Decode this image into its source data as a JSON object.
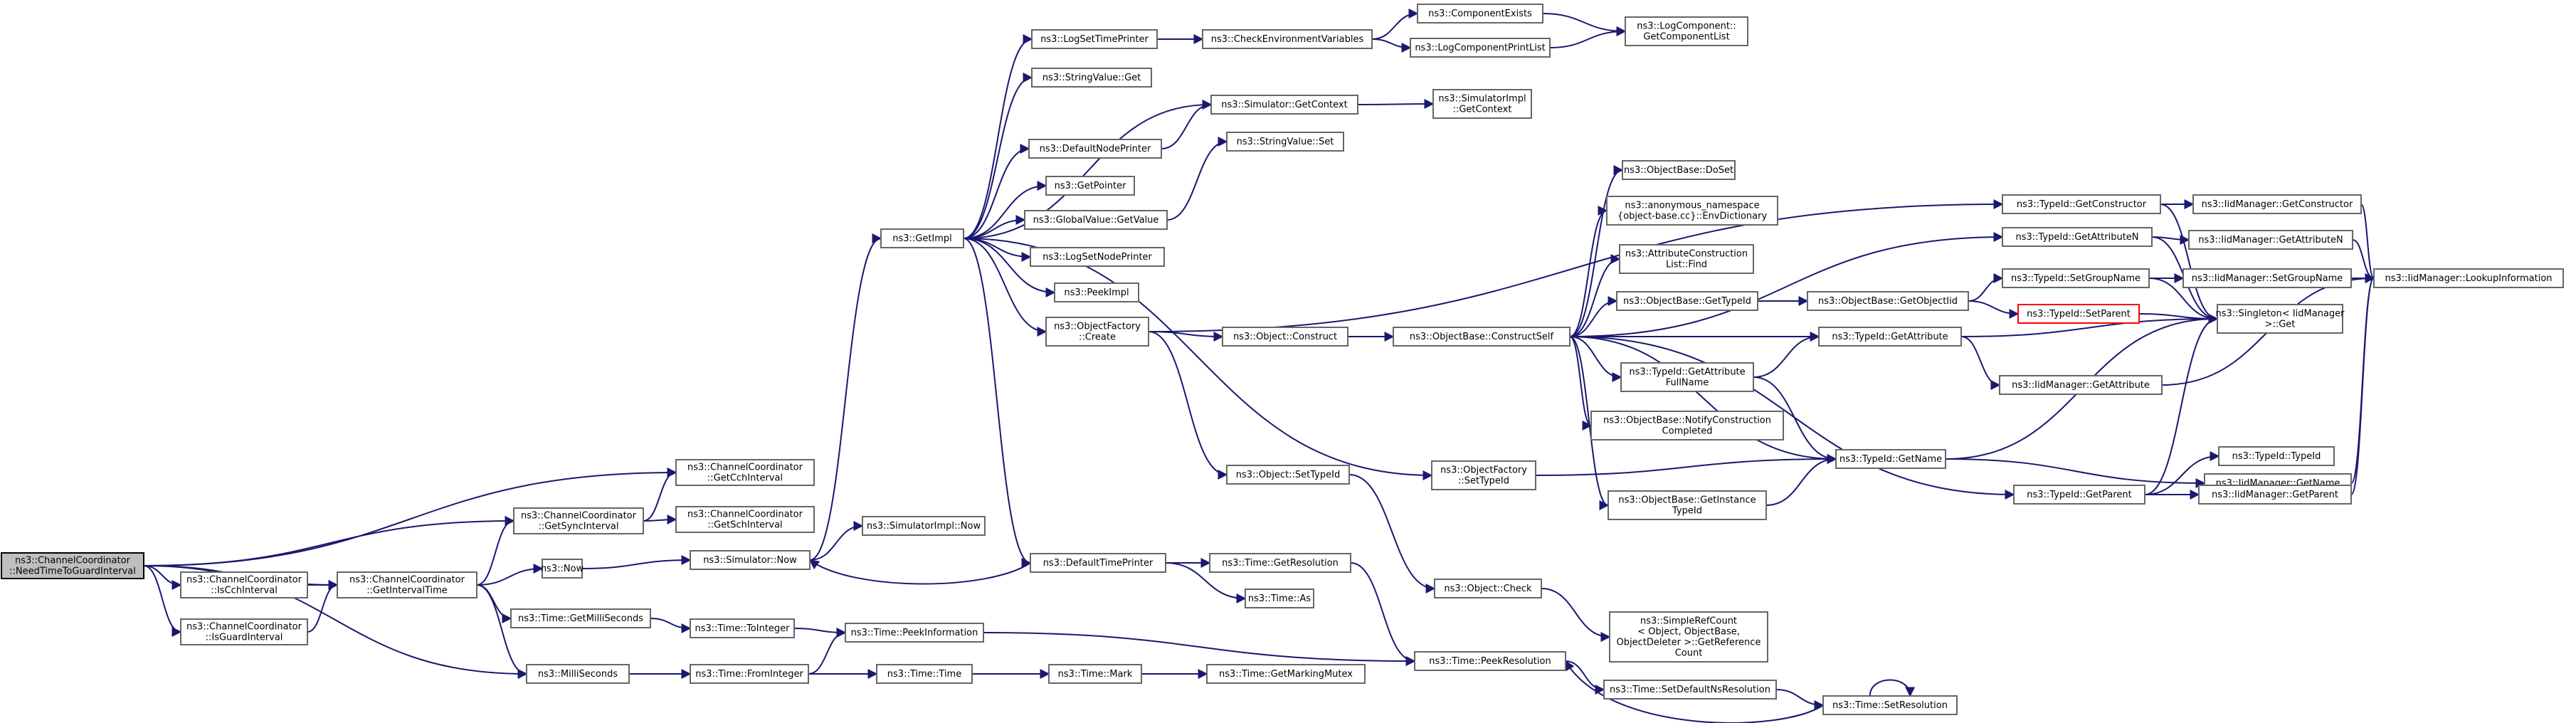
{
  "nodes": [
    {
      "id": "root",
      "lines": [
        "ns3::ChannelCoordinator",
        "::NeedTimeToGuardInterval"
      ],
      "root": true
    },
    {
      "id": "isCch",
      "lines": [
        "ns3::ChannelCoordinator",
        "::IsCchInterval"
      ]
    },
    {
      "id": "isGuard",
      "lines": [
        "ns3::ChannelCoordinator",
        "::IsGuardInterval"
      ]
    },
    {
      "id": "getInterval",
      "lines": [
        "ns3::ChannelCoordinator",
        "::GetIntervalTime"
      ]
    },
    {
      "id": "getSync",
      "lines": [
        "ns3::ChannelCoordinator",
        "::GetSyncInterval"
      ]
    },
    {
      "id": "getCch",
      "lines": [
        "ns3::ChannelCoordinator",
        "::GetCchInterval"
      ]
    },
    {
      "id": "getSch",
      "lines": [
        "ns3::ChannelCoordinator",
        "::GetSchInterval"
      ]
    },
    {
      "id": "now",
      "lines": [
        "ns3::Now"
      ]
    },
    {
      "id": "simNow",
      "lines": [
        "ns3::Simulator::Now"
      ]
    },
    {
      "id": "simImplNow",
      "lines": [
        "ns3::SimulatorImpl::Now"
      ]
    },
    {
      "id": "getMilli",
      "lines": [
        "ns3::Time::GetMilliSeconds"
      ]
    },
    {
      "id": "milli",
      "lines": [
        "ns3::MilliSeconds"
      ]
    },
    {
      "id": "toInteger",
      "lines": [
        "ns3::Time::ToInteger"
      ]
    },
    {
      "id": "fromInteger",
      "lines": [
        "ns3::Time::FromInteger"
      ]
    },
    {
      "id": "peekInfo",
      "lines": [
        "ns3::Time::PeekInformation"
      ]
    },
    {
      "id": "timeTime",
      "lines": [
        "ns3::Time::Time"
      ]
    },
    {
      "id": "timeMark",
      "lines": [
        "ns3::Time::Mark"
      ]
    },
    {
      "id": "markMutex",
      "lines": [
        "ns3::Time::GetMarkingMutex"
      ]
    },
    {
      "id": "getImpl",
      "lines": [
        "ns3::GetImpl"
      ]
    },
    {
      "id": "logSetTime",
      "lines": [
        "ns3::LogSetTimePrinter"
      ]
    },
    {
      "id": "checkEnv",
      "lines": [
        "ns3::CheckEnvironmentVariables"
      ]
    },
    {
      "id": "compExists",
      "lines": [
        "ns3::ComponentExists"
      ]
    },
    {
      "id": "logCompList",
      "lines": [
        "ns3::LogComponent::",
        "GetComponentList"
      ]
    },
    {
      "id": "logCompPrint",
      "lines": [
        "ns3::LogComponentPrintList"
      ]
    },
    {
      "id": "strGet",
      "lines": [
        "ns3::StringValue::Get"
      ]
    },
    {
      "id": "simGetCtx",
      "lines": [
        "ns3::Simulator::GetContext"
      ]
    },
    {
      "id": "simImplCtx",
      "lines": [
        "ns3::SimulatorImpl",
        "::GetContext"
      ]
    },
    {
      "id": "defNode",
      "lines": [
        "ns3::DefaultNodePrinter"
      ]
    },
    {
      "id": "strSet",
      "lines": [
        "ns3::StringValue::Set"
      ]
    },
    {
      "id": "getPointer",
      "lines": [
        "ns3::GetPointer"
      ]
    },
    {
      "id": "globGet",
      "lines": [
        "ns3::GlobalValue::GetValue"
      ]
    },
    {
      "id": "logSetNode",
      "lines": [
        "ns3::LogSetNodePrinter"
      ]
    },
    {
      "id": "peekImpl",
      "lines": [
        "ns3::PeekImpl"
      ]
    },
    {
      "id": "objFactCreate",
      "lines": [
        "ns3::ObjectFactory",
        "::Create"
      ]
    },
    {
      "id": "objConstruct",
      "lines": [
        "ns3::Object::Construct"
      ]
    },
    {
      "id": "objSetTypeId",
      "lines": [
        "ns3::Object::SetTypeId"
      ]
    },
    {
      "id": "defTime",
      "lines": [
        "ns3::DefaultTimePrinter"
      ]
    },
    {
      "id": "timeGetRes",
      "lines": [
        "ns3::Time::GetResolution"
      ]
    },
    {
      "id": "timeAs",
      "lines": [
        "ns3::Time::As"
      ]
    },
    {
      "id": "objFactSetTid",
      "lines": [
        "ns3::ObjectFactory",
        "::SetTypeId"
      ]
    },
    {
      "id": "objCheck",
      "lines": [
        "ns3::Object::Check"
      ]
    },
    {
      "id": "peekRes",
      "lines": [
        "ns3::Time::PeekResolution"
      ]
    },
    {
      "id": "simpleRef",
      "lines": [
        "ns3::SimpleRefCount",
        "< Object, ObjectBase,",
        "ObjectDeleter >::GetReference",
        "Count"
      ]
    },
    {
      "id": "setDefNs",
      "lines": [
        "ns3::Time::SetDefaultNsResolution"
      ]
    },
    {
      "id": "setRes",
      "lines": [
        "ns3::Time::SetResolution"
      ]
    },
    {
      "id": "constructSelf",
      "lines": [
        "ns3::ObjectBase::ConstructSelf"
      ]
    },
    {
      "id": "doSet",
      "lines": [
        "ns3::ObjectBase::DoSet"
      ]
    },
    {
      "id": "envDict",
      "lines": [
        "ns3::anonymous_namespace",
        "{object-base.cc}::EnvDictionary"
      ]
    },
    {
      "id": "attrFind",
      "lines": [
        "ns3::AttributeConstruction",
        "List::Find"
      ]
    },
    {
      "id": "obGetTid",
      "lines": [
        "ns3::ObjectBase::GetTypeId"
      ]
    },
    {
      "id": "getObjectIid",
      "lines": [
        "ns3::ObjectBase::GetObjectIid"
      ]
    },
    {
      "id": "getAttrFull",
      "lines": [
        "ns3::TypeId::GetAttribute",
        "FullName"
      ]
    },
    {
      "id": "notifyConst",
      "lines": [
        "ns3::ObjectBase::NotifyConstruction",
        "Completed"
      ]
    },
    {
      "id": "getInstTid",
      "lines": [
        "ns3::ObjectBase::GetInstance",
        "TypeId"
      ]
    },
    {
      "id": "tidGetCtor",
      "lines": [
        "ns3::TypeId::GetConstructor"
      ]
    },
    {
      "id": "tidGetAttrN",
      "lines": [
        "ns3::TypeId::GetAttributeN"
      ]
    },
    {
      "id": "tidSetGroup",
      "lines": [
        "ns3::TypeId::SetGroupName"
      ]
    },
    {
      "id": "tidSetParent",
      "lines": [
        "ns3::TypeId::SetParent"
      ],
      "red": true
    },
    {
      "id": "tidGetAttr",
      "lines": [
        "ns3::TypeId::GetAttribute"
      ]
    },
    {
      "id": "tidGetName",
      "lines": [
        "ns3::TypeId::GetName"
      ]
    },
    {
      "id": "tidGetParent",
      "lines": [
        "ns3::TypeId::GetParent"
      ]
    },
    {
      "id": "iidGetAttr",
      "lines": [
        "ns3::IidManager::GetAttribute"
      ]
    },
    {
      "id": "iidGetCtor",
      "lines": [
        "ns3::IidManager::GetConstructor"
      ]
    },
    {
      "id": "iidGetAttrN",
      "lines": [
        "ns3::IidManager::GetAttributeN"
      ]
    },
    {
      "id": "iidSetGroup",
      "lines": [
        "ns3::IidManager::SetGroupName"
      ]
    },
    {
      "id": "singleton",
      "lines": [
        "ns3::Singleton< IidManager",
        ">::Get"
      ]
    },
    {
      "id": "iidGetName",
      "lines": [
        "ns3::IidManager::GetName"
      ]
    },
    {
      "id": "tidTypeId",
      "lines": [
        "ns3::TypeId::TypeId"
      ]
    },
    {
      "id": "iidGetParent",
      "lines": [
        "ns3::IidManager::GetParent"
      ]
    },
    {
      "id": "iidLookup",
      "lines": [
        "ns3::IidManager::LookupInformation"
      ]
    }
  ],
  "edges": [
    [
      "root",
      "isCch"
    ],
    [
      "root",
      "isGuard"
    ],
    [
      "root",
      "getInterval"
    ],
    [
      "root",
      "getSync"
    ],
    [
      "root",
      "getCch"
    ],
    [
      "root",
      "milli"
    ],
    [
      "isCch",
      "getInterval"
    ],
    [
      "isGuard",
      "getInterval"
    ],
    [
      "getInterval",
      "getSync"
    ],
    [
      "getInterval",
      "now"
    ],
    [
      "getInterval",
      "getMilli"
    ],
    [
      "getInterval",
      "milli"
    ],
    [
      "getSync",
      "getCch"
    ],
    [
      "getSync",
      "getSch"
    ],
    [
      "now",
      "simNow"
    ],
    [
      "simNow",
      "simImplNow"
    ],
    [
      "simNow",
      "getImpl"
    ],
    [
      "getMilli",
      "toInteger"
    ],
    [
      "toInteger",
      "peekInfo"
    ],
    [
      "milli",
      "fromInteger"
    ],
    [
      "fromInteger",
      "peekInfo"
    ],
    [
      "fromInteger",
      "timeTime"
    ],
    [
      "peekInfo",
      "peekRes"
    ],
    [
      "timeTime",
      "timeMark"
    ],
    [
      "timeMark",
      "markMutex"
    ],
    [
      "getImpl",
      "logSetTime"
    ],
    [
      "getImpl",
      "strGet"
    ],
    [
      "getImpl",
      "simGetCtx"
    ],
    [
      "getImpl",
      "defNode"
    ],
    [
      "getImpl",
      "getPointer"
    ],
    [
      "getImpl",
      "globGet"
    ],
    [
      "getImpl",
      "logSetNode"
    ],
    [
      "getImpl",
      "peekImpl"
    ],
    [
      "getImpl",
      "objFactCreate"
    ],
    [
      "getImpl",
      "objFactSetTid"
    ],
    [
      "getImpl",
      "defTime"
    ],
    [
      "logSetTime",
      "checkEnv"
    ],
    [
      "checkEnv",
      "compExists"
    ],
    [
      "checkEnv",
      "logCompPrint"
    ],
    [
      "compExists",
      "logCompList"
    ],
    [
      "logCompPrint",
      "logCompList"
    ],
    [
      "simGetCtx",
      "simImplCtx"
    ],
    [
      "defNode",
      "simGetCtx"
    ],
    [
      "globGet",
      "strSet"
    ],
    [
      "objFactCreate",
      "objConstruct"
    ],
    [
      "objFactCreate",
      "objSetTypeId"
    ],
    [
      "objFactCreate",
      "tidGetCtor"
    ],
    [
      "objConstruct",
      "constructSelf"
    ],
    [
      "objSetTypeId",
      "objCheck"
    ],
    [
      "objFactSetTid",
      "tidGetName"
    ],
    [
      "defTime",
      "simNow"
    ],
    [
      "defTime",
      "timeGetRes"
    ],
    [
      "defTime",
      "timeAs"
    ],
    [
      "timeGetRes",
      "peekRes"
    ],
    [
      "objCheck",
      "simpleRef"
    ],
    [
      "peekRes",
      "setDefNs"
    ],
    [
      "setDefNs",
      "setRes"
    ],
    [
      "setRes",
      "peekRes"
    ],
    [
      "setRes",
      "setRes"
    ],
    [
      "constructSelf",
      "doSet"
    ],
    [
      "constructSelf",
      "envDict"
    ],
    [
      "constructSelf",
      "attrFind"
    ],
    [
      "constructSelf",
      "obGetTid"
    ],
    [
      "constructSelf",
      "tidGetAttr"
    ],
    [
      "constructSelf",
      "getAttrFull"
    ],
    [
      "constructSelf",
      "notifyConst"
    ],
    [
      "constructSelf",
      "getInstTid"
    ],
    [
      "constructSelf",
      "tidGetName"
    ],
    [
      "constructSelf",
      "tidGetParent"
    ],
    [
      "constructSelf",
      "tidGetAttrN"
    ],
    [
      "obGetTid",
      "getObjectIid"
    ],
    [
      "getObjectIid",
      "tidSetGroup"
    ],
    [
      "getObjectIid",
      "tidSetParent"
    ],
    [
      "getAttrFull",
      "tidGetAttr"
    ],
    [
      "getAttrFull",
      "tidGetName"
    ],
    [
      "getInstTid",
      "tidGetName"
    ],
    [
      "tidGetCtor",
      "iidGetCtor"
    ],
    [
      "tidGetCtor",
      "singleton"
    ],
    [
      "tidGetAttrN",
      "iidGetAttrN"
    ],
    [
      "tidGetAttrN",
      "singleton"
    ],
    [
      "tidSetGroup",
      "iidSetGroup"
    ],
    [
      "tidSetGroup",
      "singleton"
    ],
    [
      "tidSetParent",
      "singleton"
    ],
    [
      "tidGetAttr",
      "iidGetAttr"
    ],
    [
      "tidGetAttr",
      "singleton"
    ],
    [
      "tidGetName",
      "iidGetName"
    ],
    [
      "tidGetName",
      "singleton"
    ],
    [
      "tidGetParent",
      "tidTypeId"
    ],
    [
      "tidGetParent",
      "iidGetParent"
    ],
    [
      "tidGetParent",
      "singleton"
    ],
    [
      "iidGetCtor",
      "iidLookup"
    ],
    [
      "iidGetAttrN",
      "iidLookup"
    ],
    [
      "iidSetGroup",
      "iidLookup"
    ],
    [
      "iidGetName",
      "iidLookup"
    ],
    [
      "iidGetParent",
      "iidLookup"
    ],
    [
      "iidGetAttr",
      "iidLookup"
    ]
  ]
}
